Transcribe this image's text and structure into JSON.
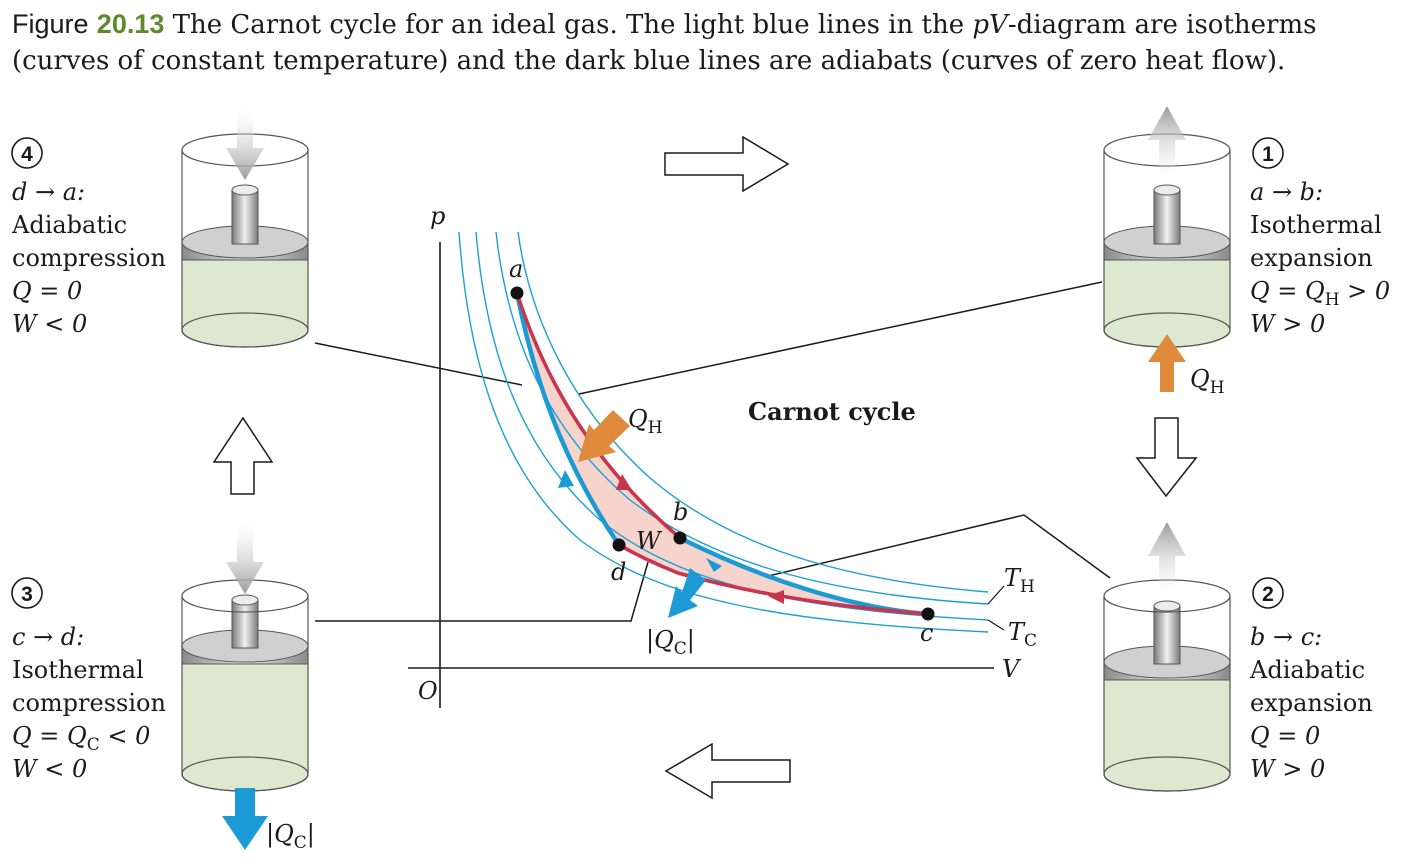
{
  "caption": {
    "figure_word": "Figure",
    "figure_number": "20.13",
    "text_1": "The Carnot cycle for an ideal gas. The light blue lines in the",
    "text_pv": "pV",
    "text_2": "-diagram are isotherms (curves of constant temperature) and the dark blue lines are adiabats (curves of zero heat flow)."
  },
  "stages": {
    "s1": {
      "number": "1",
      "transition": "a → b:",
      "name_1": "Isothermal",
      "name_2": "expansion",
      "q": "Q = Q",
      "q_sub": "H",
      "q_tail": " > 0",
      "w": "W > 0",
      "heat": "Q",
      "heat_sub": "H"
    },
    "s2": {
      "number": "2",
      "transition": "b → c:",
      "name_1": "Adiabatic",
      "name_2": "expansion",
      "q": "Q = 0",
      "w": "W > 0"
    },
    "s3": {
      "number": "3",
      "transition": "c → d:",
      "name_1": "Isothermal",
      "name_2": "compression",
      "q": "Q = Q",
      "q_sub": "C",
      "q_tail": " < 0",
      "w": "W < 0",
      "heat": "|Q",
      "heat_sub": "C",
      "heat_tail": "|"
    },
    "s4": {
      "number": "4",
      "transition": "d → a:",
      "name_1": "Adiabatic",
      "name_2": "compression",
      "q": "Q = 0",
      "w": "W < 0"
    }
  },
  "graph": {
    "p_axis": "p",
    "v_axis": "V",
    "origin": "O",
    "title": "Carnot cycle",
    "points": {
      "a": "a",
      "b": "b",
      "c": "c",
      "d": "d"
    },
    "work": "W",
    "qh": "Q",
    "qh_sub": "H",
    "qc": "|Q",
    "qc_sub": "C",
    "qc_tail": "|",
    "th": "T",
    "th_sub": "H",
    "tc": "T",
    "tc_sub": "C"
  },
  "colors": {
    "isotherm": "#1aa0d6",
    "adiabat": "#1b9ad6",
    "red_path": "#c8354d",
    "cycle_fill": "#f6d3cb",
    "heat_in": "#e08a3c",
    "heat_out": "#1b9ad6",
    "gas": "#dde9cf",
    "caption_number": "#5e8a2e"
  }
}
